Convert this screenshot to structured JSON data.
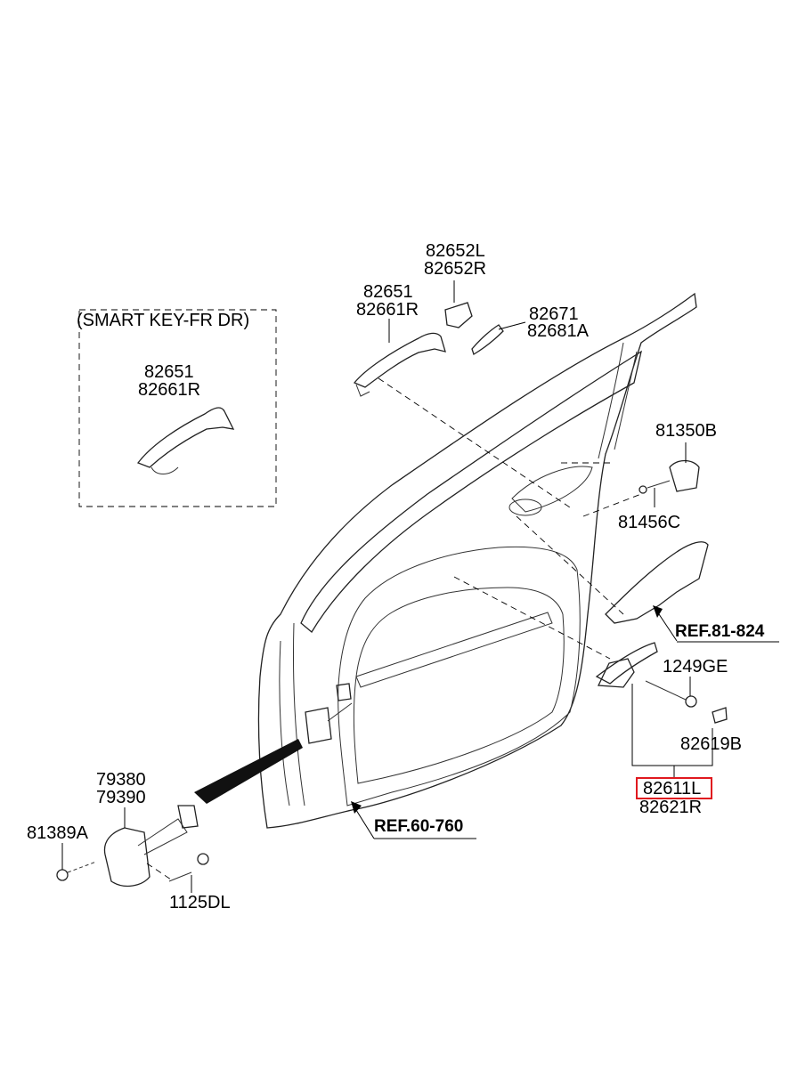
{
  "box": {
    "title": "(SMART KEY-FR DR)",
    "label_top": "82651",
    "label_bottom": "82661R"
  },
  "labels": {
    "p82652": [
      "82652L",
      "82652R"
    ],
    "p82651": [
      "82651",
      "82661R"
    ],
    "p82671": [
      "82671",
      "82681A"
    ],
    "p81350": "81350B",
    "p81456": "81456C",
    "p1249": "1249GE",
    "p82619": "82619B",
    "p82611": [
      "82611L",
      "82621R"
    ],
    "p79380": [
      "79380",
      "79390"
    ],
    "p81389": "81389A",
    "p1125": "1125DL"
  },
  "refs": {
    "r1": "REF.81-824",
    "r2": "REF.60-760"
  },
  "highlight": {
    "part": "82611L",
    "color": "#e0191f"
  }
}
